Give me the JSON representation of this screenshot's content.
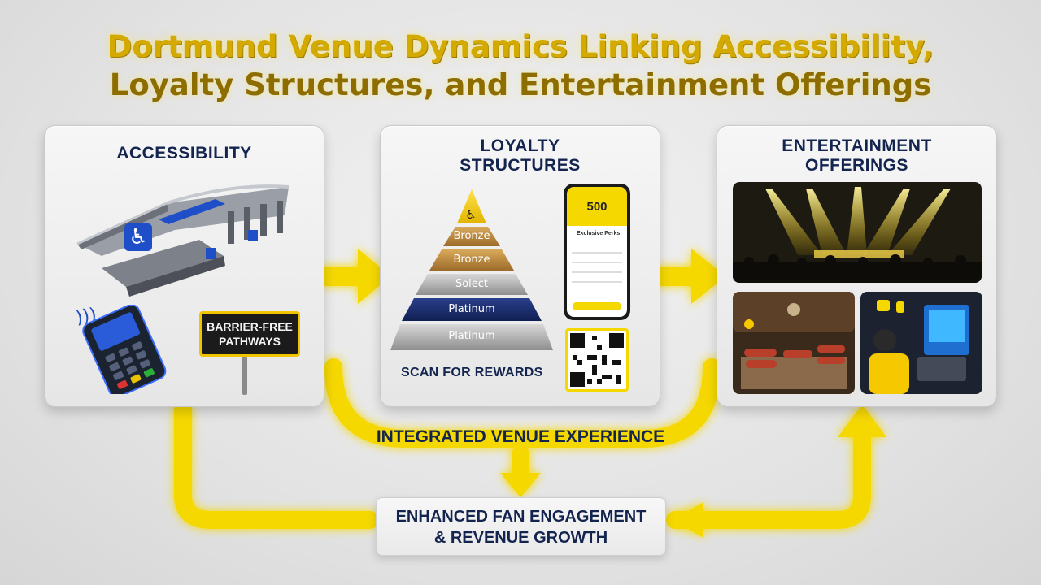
{
  "title": {
    "line1": "Dortmund Venue Dynamics Linking Accessibility,",
    "line2": "Loyalty Structures, and Entertainment Offerings"
  },
  "panels": {
    "accessibility": {
      "title": "ACCESSIBILITY",
      "sign_line1": "BARRIER-FREE",
      "sign_line2": "PATHWAYS"
    },
    "loyalty": {
      "title_line1": "LOYALTY",
      "title_line2": "STRUCTURES",
      "tiers": [
        "Bronze",
        "Bronze",
        "Solect",
        "Platinum",
        "Platinum"
      ],
      "scan_label": "SCAN FOR REWARDS",
      "phone": {
        "points": "500",
        "perks_label": "Exclusive Perks"
      }
    },
    "entertainment": {
      "title_line1": "ENTERTAINMENT",
      "title_line2": "OFFERINGS"
    }
  },
  "flow": {
    "integrated": "INTEGRATED VENUE EXPERIENCE",
    "result_line1": "ENHANCED FAN ENGAGEMENT",
    "result_line2": "& REVENUE GROWTH"
  },
  "colors": {
    "accent_yellow": "#f5d800",
    "navy": "#13244f",
    "brand_blue": "#1f4fc8"
  },
  "icons": [
    "wheelchair-icon",
    "contactless-icon",
    "payment-terminal-icon",
    "qr-code-icon",
    "smartphone-icon",
    "stage-lights-icon",
    "food-stall-icon",
    "gaming-screen-icon"
  ]
}
